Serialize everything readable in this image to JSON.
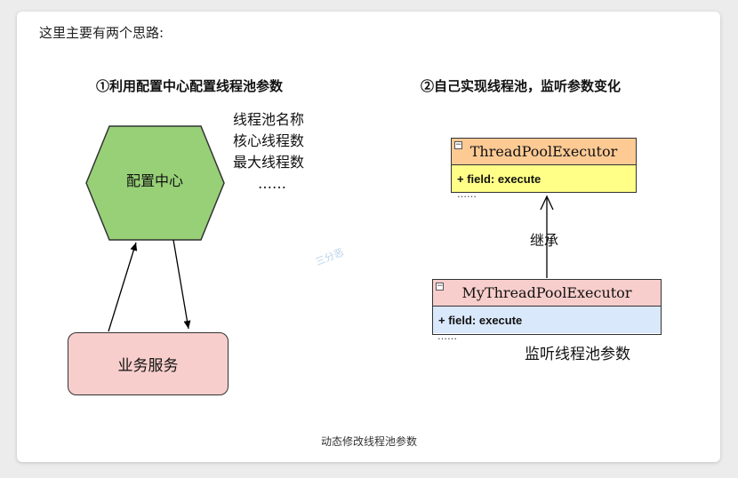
{
  "intro_text": "这里主要有两个思路:",
  "left_panel": {
    "title": "①利用配置中心配置线程池参数",
    "config_center_label": "配置中心",
    "params": [
      "线程池名称",
      "核心线程数",
      "最大线程数",
      "……"
    ],
    "service_label": "业务服务",
    "colors": {
      "hexagon_fill": "#97d077",
      "service_fill": "#f8cecc"
    }
  },
  "right_panel": {
    "title": "②自己实现线程池，监听参数变化",
    "parent_class": {
      "name": "ThreadPoolExecutor",
      "field": "+ field: execute",
      "dots": "……"
    },
    "child_class": {
      "name": "MyThreadPoolExecutor",
      "field": "+ field: execute",
      "dots": "……"
    },
    "inherit_label": "继承",
    "monitor_label": "监听线程池参数",
    "colors": {
      "parent_head": "#fdca94",
      "parent_body": "#ffff88",
      "child_head": "#f8cecc",
      "child_body": "#dae8fc"
    }
  },
  "watermark": "三分恶",
  "caption": "动态修改线程池参数"
}
